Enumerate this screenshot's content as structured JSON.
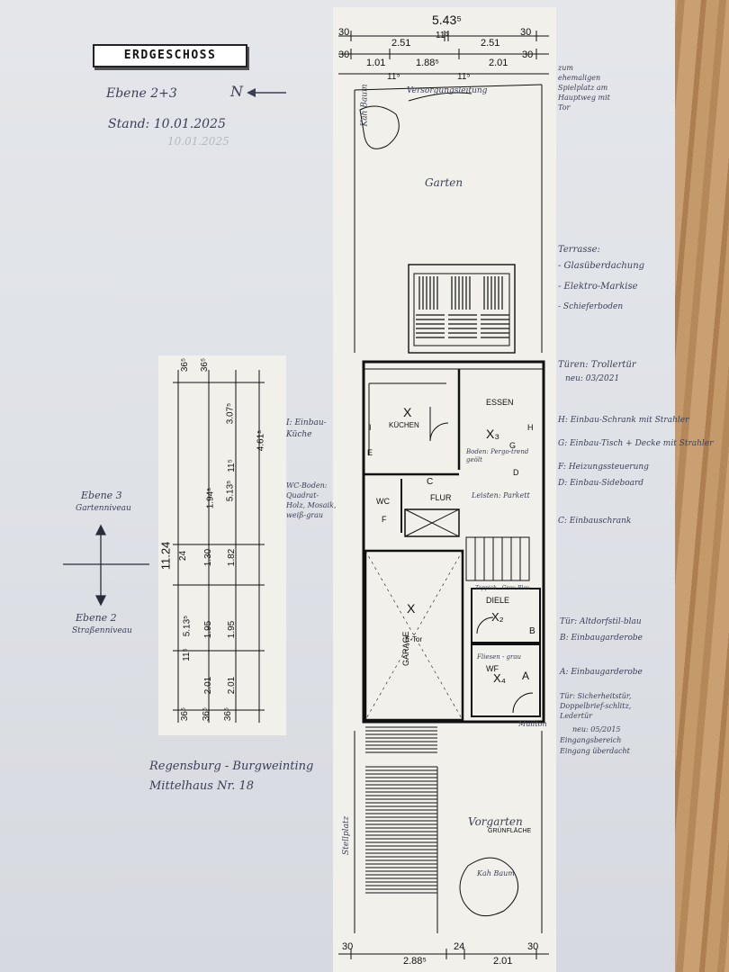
{
  "sheet": {
    "title": "ERDGESCHOSS",
    "level": "Ebene 2+3",
    "north": "N",
    "date": "Stand: 10.01.2025",
    "date_faint": "10.01.2025"
  },
  "top_dims": {
    "overall": "5.43⁵",
    "row1": [
      "30",
      "2.51",
      "11⁵",
      "2.51",
      "30"
    ],
    "row2": [
      "30",
      "1.01",
      "1.88⁵",
      "2.01",
      "30"
    ],
    "row3": [
      "11⁵",
      "11⁵"
    ]
  },
  "bottom_dims": [
    "30",
    "2.88⁵",
    "24",
    "2.01",
    "30"
  ],
  "plan_labels": {
    "garten": "Garten",
    "kochen": "KÜCHEN",
    "essen": "ESSEN",
    "flur": "FLUR",
    "wc": "WC",
    "diele": "DIELE",
    "wf": "WF",
    "garage": "GARAGE",
    "vorgarten": "Vorgarten",
    "gruenflaeche": "GRÜNFLÄCHE",
    "baum_top": "Kah Baum",
    "baum_bottom": "Kah Baum",
    "versorgung": "Versorgungsleitung",
    "stellplatz": "Stellplatz",
    "muelltonne": "Müllton",
    "garage_tor": "E-Tor",
    "markers": [
      "X",
      "X₃",
      "X",
      "X₂",
      "X₄"
    ],
    "letters": [
      "A",
      "B",
      "C",
      "D",
      "E",
      "F",
      "G",
      "H",
      "I"
    ]
  },
  "right_notes": [
    "zum ehemaligen Spielplatz am Hauptweg mit Tor",
    "Terrasse:",
    "- Glasüberdachung",
    "- Elektro-Markise",
    "- Schieferboden",
    "Türen: Trollertür",
    "neu: 03/2021",
    "H: Einbau-Schrank mit Strahler",
    "G: Einbau-Tisch + Decke mit Strahler",
    "F: Heizungssteuerung",
    "D: Einbau-Sideboard",
    "C: Einbauschrank",
    "Tür: Altdorfstil-blau",
    "B: Einbaugarderobe",
    "A: Einbaugarderobe",
    "Tür: Sicherheitstür, Doppelbrief-schlitz, Ledertür",
    "neu: 05/2015",
    "Eingangsbereich",
    "Eingang überdacht"
  ],
  "left_notes": {
    "einbaukueche": "I: Einbau-Küche",
    "wc_boden": "WC-Boden: Quadrat-Holz, Mosaik, weiß-grau",
    "leisten": "Leisten: Parkett",
    "boden_essen": "Boden: Pergo-trend geölt",
    "fliesen": "Fliesen - grau",
    "teppich": "Teppich - Grau-Blau"
  },
  "section": {
    "ebene3": "Ebene 3",
    "ebene3_sub": "Gartenniveau",
    "ebene2": "Ebene 2",
    "ebene2_sub": "Straßenniveau",
    "total": "11.24",
    "col1": [
      "36⁵",
      "24",
      "5.13⁵",
      "11⁵",
      "36⁵"
    ],
    "col2": [
      "36⁵",
      "1.94⁵",
      "1.30",
      "1.95",
      "2.01",
      "36⁵"
    ],
    "col3": [
      "3.07⁵",
      "11⁵",
      "5.13⁵",
      "1.82",
      "1.95",
      "2.01",
      "36⁵"
    ],
    "col4": [
      "4.61⁵"
    ]
  },
  "address": {
    "line1": "Regensburg - Burgweinting",
    "line2": "Mittelhaus Nr. 18"
  }
}
